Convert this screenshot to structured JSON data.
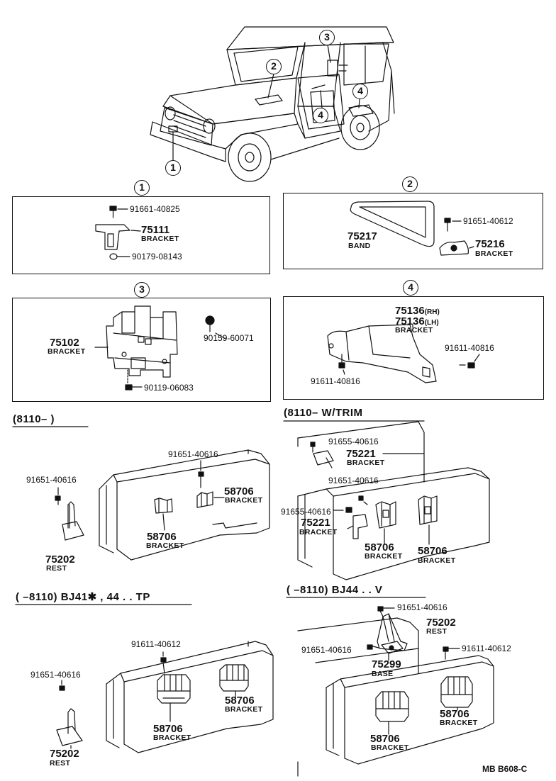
{
  "callouts": {
    "c1": "1",
    "c2": "2",
    "c3": "3",
    "c4": "4"
  },
  "box1": {
    "bolt": "91661-40825",
    "part": "75111",
    "part_name": "BRACKET",
    "nut": "90179-08143"
  },
  "box2": {
    "band": "75217",
    "band_name": "BAND",
    "screw": "91651-40612",
    "bracket": "75216",
    "bracket_name": "BRACKET"
  },
  "box3": {
    "part": "75102",
    "part_name": "BRACKET",
    "clip": "90159-60071",
    "screw": "90119-06083"
  },
  "box4": {
    "rh": "75136",
    "rh_tag": "(RH)",
    "lh": "75136",
    "lh_tag": "(LH)",
    "part_name": "BRACKET",
    "bolt_right": "91611-40816",
    "bolt_left": "91611-40816"
  },
  "sec_a": {
    "header": "(8110–       )",
    "bolt_left": "91651-40616",
    "bolt_mid": "91651-40616",
    "bracket_right": "58706",
    "bracket_right_name": "BRACKET",
    "bracket_mid": "58706",
    "bracket_mid_name": "BRACKET",
    "rest": "75202",
    "rest_name": "REST"
  },
  "sec_b": {
    "header": "(8110–        W/TRIM",
    "bolt_top": "91655-40616",
    "bracket_top": "75221",
    "bracket_top_name": "BRACKET",
    "bolt_mid": "91651-40616",
    "bolt_left": "91655-40616",
    "bracket_left": "75221",
    "bracket_left_name": "BRACKET",
    "br1": "58706",
    "br1_name": "BRACKET",
    "br2": "58706",
    "br2_name": "BRACKET"
  },
  "sec_c": {
    "header": "(       –8110)  BJ41✱ , 44 . . TP",
    "bolt_top": "91611-40612",
    "bolt_left": "91651-40616",
    "bracket_right": "58706",
    "bracket_right_name": "BRACKET",
    "bracket_mid": "58706",
    "bracket_mid_name": "BRACKET",
    "rest": "75202",
    "rest_name": "REST"
  },
  "sec_d": {
    "header": "(       –8110)  BJ44 . . V",
    "bolt_top": "91651-40616",
    "rest": "75202",
    "rest_name": "REST",
    "bolt_left": "91651-40616",
    "base": "75299",
    "base_name": "BASE",
    "bolt_right": "91611-40612",
    "bracket_right": "58706",
    "bracket_right_name": "BRACKET",
    "bracket_mid": "58706",
    "bracket_mid_name": "BRACKET"
  },
  "footer": {
    "code": "MB   B608-C"
  }
}
